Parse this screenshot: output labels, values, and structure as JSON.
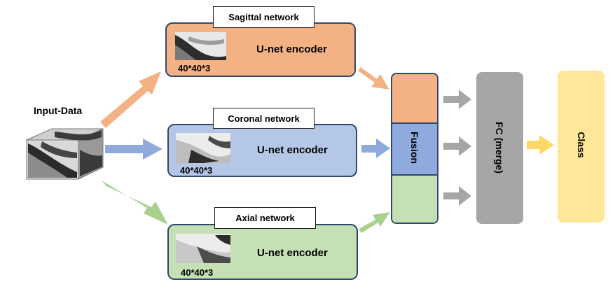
{
  "input": {
    "label": "Input-Data"
  },
  "networks": [
    {
      "id": "sagittal",
      "title": "Sagittal network",
      "encoder": "U-net encoder",
      "size": "40*40*3",
      "fill": "#f4b183",
      "arrow_color": "#f4b183"
    },
    {
      "id": "coronal",
      "title": "Coronal network",
      "encoder": "U-net encoder",
      "size": "40*40*3",
      "fill": "#b4c7e7",
      "arrow_color": "#8faadc"
    },
    {
      "id": "axial",
      "title": "Axial network",
      "encoder": "U-net encoder",
      "size": "40*40*3",
      "fill": "#c5e0b4",
      "arrow_color": "#a9d18e"
    }
  ],
  "fusion": {
    "label": "Fusion",
    "segment_colors": [
      "#f4b183",
      "#8faadc",
      "#c5e0b4"
    ]
  },
  "fc": {
    "label": "FC (merge)",
    "fill": "#a6a6a6"
  },
  "output": {
    "label": "Class",
    "fill": "#ffe699",
    "arrow_color": "#ffd966"
  },
  "colors": {
    "border": "#2f4a6e",
    "gray_arrow": "#a6a6a6"
  }
}
